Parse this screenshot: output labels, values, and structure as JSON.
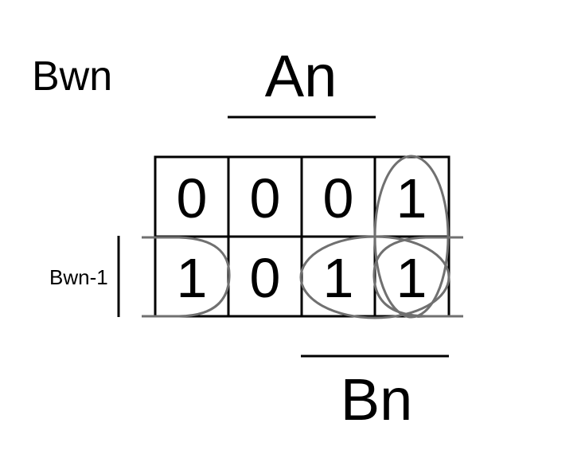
{
  "output_label": "Bwn",
  "column_variable": "An",
  "column_variable_2": "Bn",
  "row_variable": "Bwn-1",
  "rows": [
    [
      "0",
      "0",
      "0",
      "1"
    ],
    [
      "1",
      "0",
      "1",
      "1"
    ]
  ],
  "colors": {
    "grid": "#000000",
    "loops": "#707070"
  }
}
